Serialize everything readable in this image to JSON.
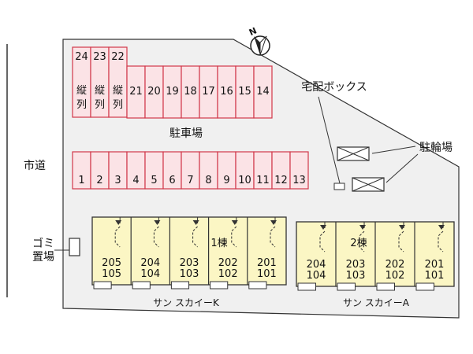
{
  "labels": {
    "city_road": "市道",
    "parking": "駐車場",
    "delivery_box": "宅配ボックス",
    "bicycle_parking": "駐輪場",
    "garbage_line1": "ゴミ",
    "garbage_line2": "置場",
    "north": "N"
  },
  "parking_top": {
    "vertical_note": [
      "縦",
      "列"
    ],
    "vertical_stalls": [
      "24",
      "23",
      "22"
    ],
    "horizontal_stalls": [
      "21",
      "20",
      "19",
      "18",
      "17",
      "16",
      "15",
      "14"
    ]
  },
  "parking_bottom": {
    "stalls": [
      "1",
      "2",
      "3",
      "4",
      "5",
      "6",
      "7",
      "8",
      "9",
      "10",
      "11",
      "12",
      "13"
    ]
  },
  "buildings": [
    {
      "name": "サン スカイーK",
      "block": "1棟",
      "units": [
        {
          "upper": "205",
          "lower": "105"
        },
        {
          "upper": "204",
          "lower": "104"
        },
        {
          "upper": "203",
          "lower": "103"
        },
        {
          "upper": "202",
          "lower": "102"
        },
        {
          "upper": "201",
          "lower": "101"
        }
      ]
    },
    {
      "name": "サン スカイーA",
      "block": "2棟",
      "units": [
        {
          "upper": "204",
          "lower": "104"
        },
        {
          "upper": "203",
          "lower": "103"
        },
        {
          "upper": "202",
          "lower": "102"
        },
        {
          "upper": "201",
          "lower": "101"
        }
      ]
    }
  ],
  "colors": {
    "site_fill": "#f0f0f0",
    "parking_fill": "#fbe3e6",
    "parking_stroke": "#d2384a",
    "unit_fill": "#fbf6c4",
    "outline": "#333333"
  }
}
